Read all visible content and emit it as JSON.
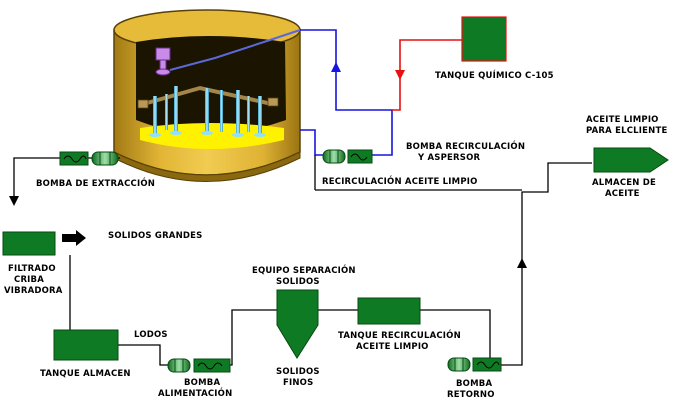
{
  "labels": {
    "tanque_quimico": "TANQUE QUÍMICO C-105",
    "bomba_recirculacion_1": "BOMBA RECIRCULACIÓN",
    "bomba_recirculacion_2": "Y ASPERSOR",
    "recirculacion_aceite": "RECIRCULACIÓN ACEITE LIMPIO",
    "aceite_limpio_1": "ACEITE LIMPIO",
    "aceite_limpio_2": "PARA ELCLIENTE",
    "almacen_1": "ALMACEN DE",
    "almacen_2": "ACEITE",
    "bomba_extraccion": "BOMBA DE EXTRACCIÓN",
    "solidos_grandes": "SOLIDOS GRANDES",
    "filtrado_1": "FILTRADO",
    "filtrado_2": "CRIBA",
    "filtrado_3": "VIBRADORA",
    "equipo_1": "EQUIPO SEPARACIÓN",
    "equipo_2": "SOLIDOS",
    "lodos": "LODOS",
    "tanque_almacen": "TANQUE ALMACEN",
    "tanque_recirc_1": "TANQUE RECIRCULACIÓN",
    "tanque_recirc_2": "ACEITE LIMPIO",
    "solidos_finos_1": "SOLIDOS",
    "solidos_finos_2": "FINOS",
    "bomba_alim_1": "BOMBA",
    "bomba_alim_2": "ALIMENTACIÓN",
    "bomba_retorno_1": "BOMBA",
    "bomba_retorno_2": "RETORNO"
  },
  "colors": {
    "equipment_green": "#0f7a24",
    "tank_gold": "#e7bd37",
    "oil_yellow": "#fff200",
    "blue_line": "#1515e0",
    "red_line": "#e81010",
    "black_line": "#000000"
  }
}
